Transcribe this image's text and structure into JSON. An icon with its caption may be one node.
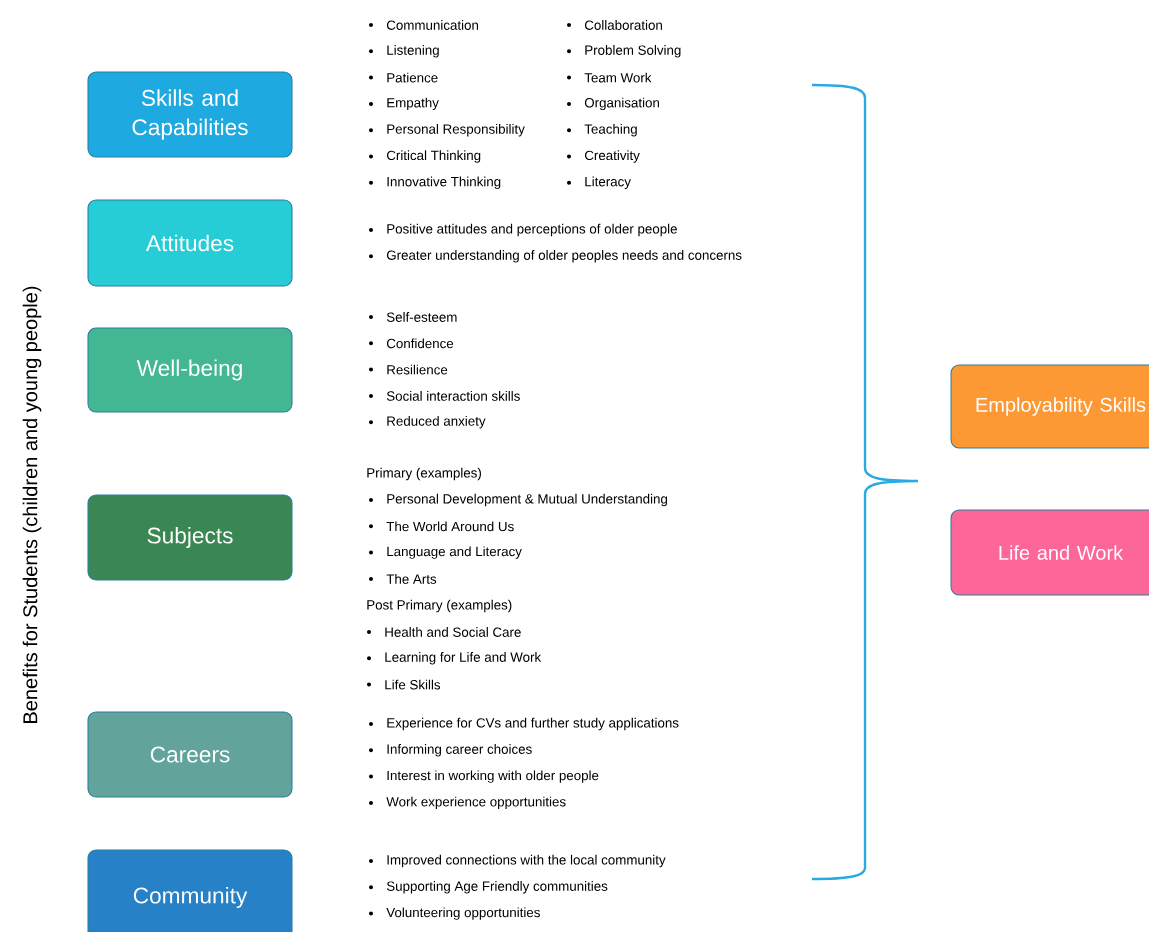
{
  "diagram": {
    "title": "Benefits for Students (children and young people)",
    "nodes": [
      {
        "text": [
          "Skills and Capabilities"
        ],
        "beside": [
          "Communication",
          "Listening",
          "Patience",
          "Empathy",
          "Personal Responsibility",
          "Critical Thinking",
          "Innovative Thinking",
          "Collaboration",
          "Problem Solving",
          "Team Work",
          "Organisation",
          "Teaching",
          "Creativity",
          "Literacy"
        ]
      },
      {
        "text": [
          "Attitudes"
        ],
        "beside": [
          "Positive attitudes and perceptions of older people",
          "Greater understanding of older peoples needs and concerns"
        ]
      },
      {
        "text": [
          "Well-being"
        ],
        "beside": [
          "Self-esteem",
          "Confidence",
          "Resilience",
          "Social interaction skills",
          "Reduced anxiety"
        ]
      },
      {
        "text": [
          "Subjects"
        ],
        "beside": [
          "Primary (examples)",
          "Personal Development & Mutual Understanding",
          "The World Around Us",
          "Language and Literacy",
          "The Arts",
          "Post Primary (examples)",
          "Health and Social Care",
          "Learning for Life and Work",
          "Life Skills"
        ]
      },
      {
        "text": [
          "Careers"
        ],
        "beside": [
          "Experience for CVs and further study applications",
          "Informing career choices",
          "Interest in working with older people",
          "Work experience opportunities"
        ]
      },
      {
        "text": [
          "Community"
        ],
        "beside": [
          "Improved connections with the local community",
          "Supporting Age Friendly communities",
          "Volunteering opportunities"
        ]
      },
      {
        "text": [
          "Employability Skills"
        ]
      },
      {
        "text": [
          "Life and Work"
        ]
      }
    ]
  }
}
